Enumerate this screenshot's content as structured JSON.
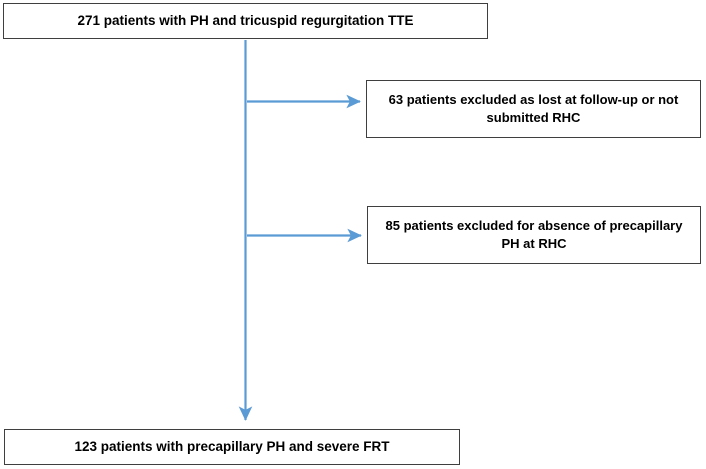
{
  "diagram": {
    "type": "patient-flow-chart",
    "title": "",
    "accent_color": "#5B9BD5",
    "box_border_color": "#3F3F3F",
    "background_color": "#FFFFFF",
    "nodes": [
      {
        "id": "enrolled",
        "role": "start",
        "count": 271,
        "text": "271 patients with PH and tricuspid regurgitation TTE"
      },
      {
        "id": "excluded-followup",
        "role": "exclusion",
        "count": 63,
        "text": "63 patients excluded as lost at follow-up or not submitted RHC"
      },
      {
        "id": "excluded-precapillary",
        "role": "exclusion",
        "count": 85,
        "text": "85 patients excluded for absence of precapillary PH at RHC"
      },
      {
        "id": "final-cohort",
        "role": "end",
        "count": 123,
        "text": "123 patients with precapillary PH and severe FRT"
      }
    ],
    "connectors": [
      {
        "id": "trunk",
        "from": "enrolled",
        "to": "final-cohort",
        "orientation": "vertical",
        "arrowhead": "down"
      },
      {
        "id": "branch-1",
        "from": "trunk",
        "to": "excluded-followup",
        "orientation": "horizontal",
        "arrowhead": "right"
      },
      {
        "id": "branch-2",
        "from": "trunk",
        "to": "excluded-precapillary",
        "orientation": "horizontal",
        "arrowhead": "right"
      }
    ]
  }
}
